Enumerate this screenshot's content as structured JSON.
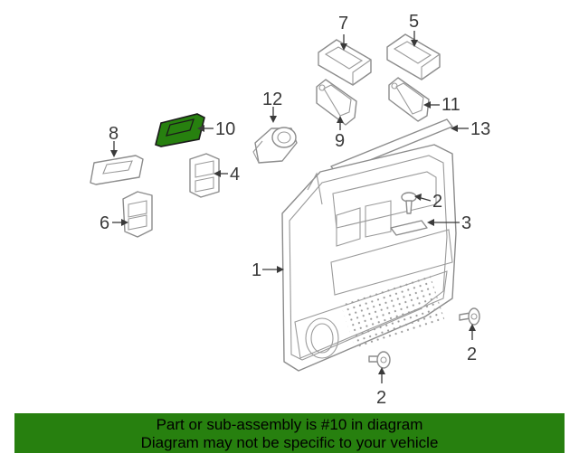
{
  "callouts": {
    "c1": "1",
    "c2a": "2",
    "c2b": "2",
    "c2c": "2",
    "c3": "3",
    "c4": "4",
    "c5": "5",
    "c6": "6",
    "c7": "7",
    "c8": "8",
    "c9": "9",
    "c10": "10",
    "c11": "11",
    "c12": "12",
    "c13": "13"
  },
  "highlight_color": "#27800f",
  "banner": {
    "line1": "Part or sub-assembly is #10 in diagram",
    "line2": "Diagram may not be specific to your vehicle"
  }
}
